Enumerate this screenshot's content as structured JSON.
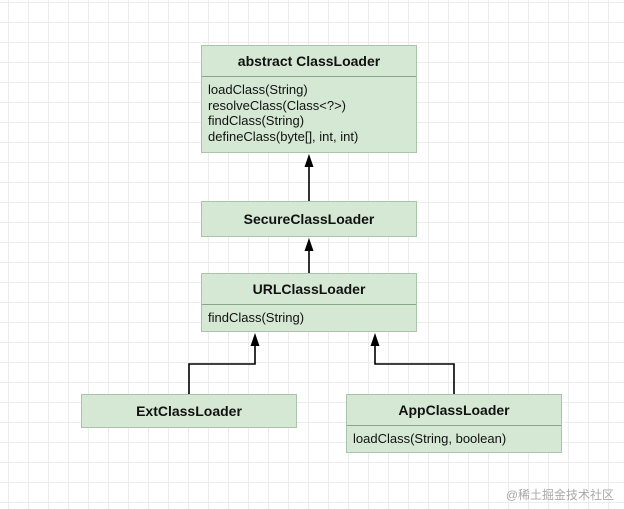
{
  "diagram": {
    "classes": {
      "classloader": {
        "name": "abstract ClassLoader",
        "methods": [
          "loadClass(String)",
          "resolveClass(Class<?>)",
          "findClass(String)",
          "defineClass(byte[], int, int)"
        ]
      },
      "secure": {
        "name": "SecureClassLoader"
      },
      "url": {
        "name": "URLClassLoader",
        "methods": [
          "findClass(String)"
        ]
      },
      "ext": {
        "name": "ExtClassLoader"
      },
      "app": {
        "name": "AppClassLoader",
        "methods": [
          "loadClass(String, boolean)"
        ]
      }
    },
    "relations": [
      {
        "from": "secure",
        "to": "classloader",
        "type": "inheritance"
      },
      {
        "from": "url",
        "to": "secure",
        "type": "inheritance"
      },
      {
        "from": "ext",
        "to": "url",
        "type": "inheritance"
      },
      {
        "from": "app",
        "to": "url",
        "type": "inheritance"
      }
    ]
  },
  "watermark": "@稀土掘金技术社区"
}
